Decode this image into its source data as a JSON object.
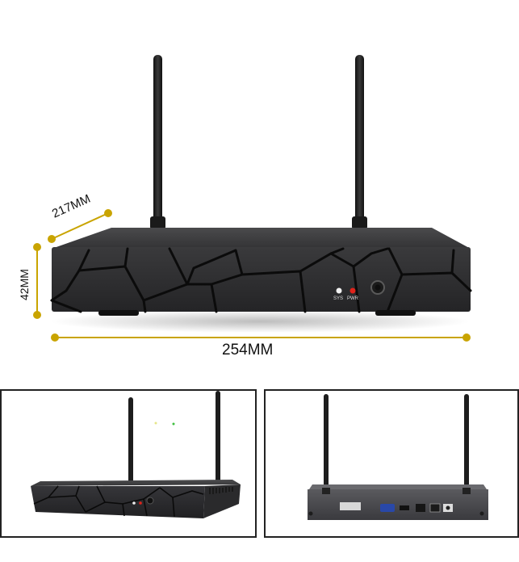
{
  "dimensions": {
    "depth": "217MM",
    "height": "42MM",
    "width": "254MM"
  },
  "front_panel": {
    "sys_label": "SYS",
    "pwr_label": "PWR"
  },
  "colors": {
    "dimension_line": "#c9a400",
    "device_body": "#2b2b2d",
    "crack_line": "#0c0c0c",
    "pwr_led": "#e0231b",
    "sys_led": "#f2f2f2"
  }
}
